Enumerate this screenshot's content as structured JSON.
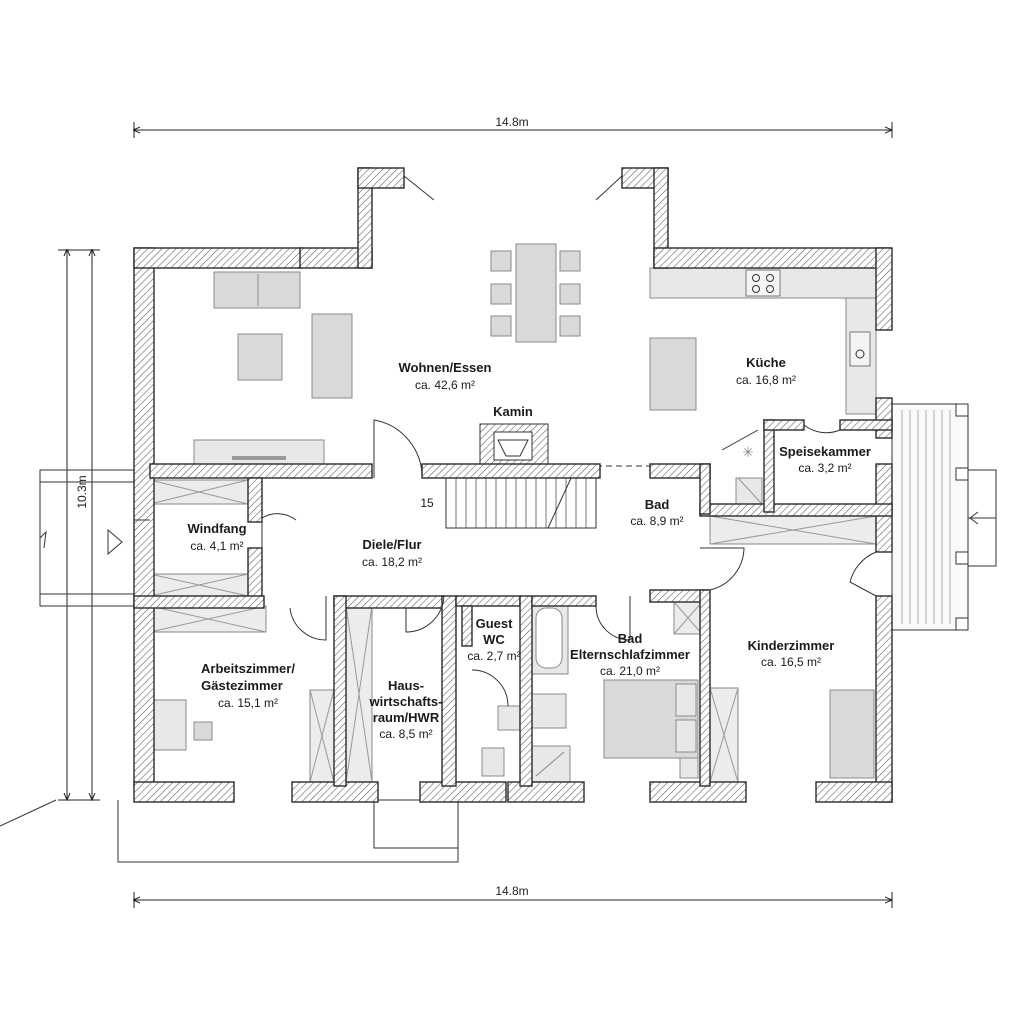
{
  "dimensions": {
    "top_width": "14.8m",
    "bottom_width": "14.8m",
    "left_height": "10.3m"
  },
  "stair_steps": "15",
  "rooms": [
    {
      "id": "wohnen",
      "name_lines": [
        "Wohnen/Essen"
      ],
      "area": "ca. 42,6 m²"
    },
    {
      "id": "kueche",
      "name_lines": [
        "Küche"
      ],
      "area": "ca. 16,8 m²"
    },
    {
      "id": "kamin",
      "name_lines": [
        "Kamin"
      ],
      "area": ""
    },
    {
      "id": "speisekammer",
      "name_lines": [
        "Speisekammer"
      ],
      "area": "ca. 3,2 m²"
    },
    {
      "id": "bad1",
      "name_lines": [
        "Bad"
      ],
      "area": "ca. 8,9 m²"
    },
    {
      "id": "windfang",
      "name_lines": [
        "Windfang"
      ],
      "area": "ca. 4,1 m²"
    },
    {
      "id": "diele",
      "name_lines": [
        "Diele/Flur"
      ],
      "area": "ca. 18,2 m²"
    },
    {
      "id": "guestwc",
      "name_lines": [
        "Guest",
        "WC"
      ],
      "area": "ca. 2,7 m²"
    },
    {
      "id": "eltern",
      "name_lines": [
        "Bad",
        "Elternschlafzimmer"
      ],
      "area": "ca. 21,0 m²"
    },
    {
      "id": "kinder",
      "name_lines": [
        "Kinderzimmer"
      ],
      "area": "ca. 16,5 m²"
    },
    {
      "id": "arbeits",
      "name_lines": [
        "Arbeitszimmer/",
        "Gästezimmer"
      ],
      "area": "ca. 15,1 m²"
    },
    {
      "id": "hwr",
      "name_lines": [
        "Haus-",
        "wirtschafts-",
        "raum/HWR"
      ],
      "area": "ca. 8,5 m²"
    }
  ]
}
